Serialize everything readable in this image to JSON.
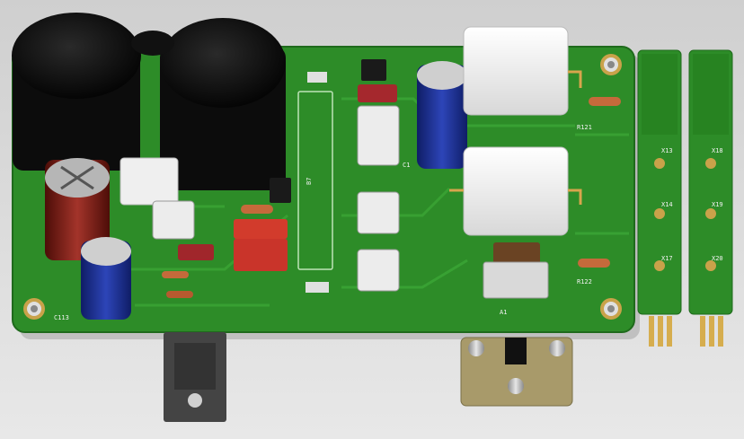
{
  "labels": {
    "c113": "C113",
    "r121": "R121",
    "r122": "R122",
    "c1": "C1",
    "x13": "X13",
    "x14": "X14",
    "x17": "X17",
    "x18": "X18",
    "x19": "X19",
    "x20": "X20",
    "a1": "A1",
    "bar": "B7"
  },
  "colors": {
    "pcb": "#2d8c28",
    "pcb_dark": "#1f6a1c",
    "trace": "#3aa334",
    "pad": "#c9a24a",
    "cap_black": "#141414",
    "cap_blue": "#1d2f8a",
    "cap_red": "#7a1b14",
    "white_part": "#f4f4f4",
    "heatsink": "#a89a6a"
  }
}
